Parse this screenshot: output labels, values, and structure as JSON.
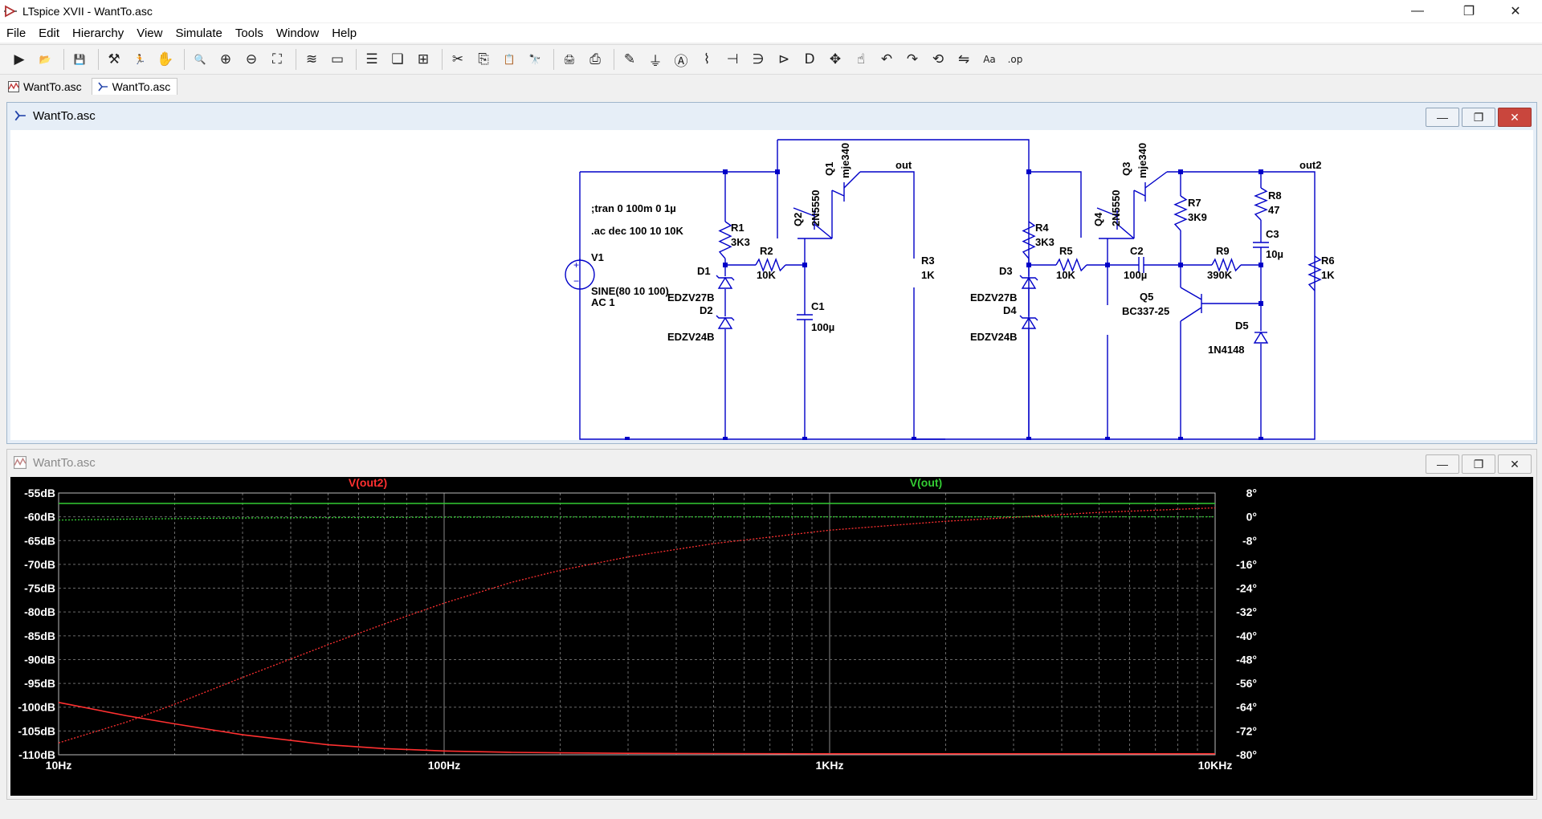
{
  "window": {
    "title": "LTspice XVII - WantTo.asc",
    "controls": {
      "minimize": "—",
      "maximize": "❐",
      "close": "✕"
    }
  },
  "menu": [
    "File",
    "Edit",
    "Hierarchy",
    "View",
    "Simulate",
    "Tools",
    "Window",
    "Help"
  ],
  "toolbar": [
    [
      "run-icon",
      "▶"
    ],
    [
      "open-icon",
      "📂"
    ],
    "|",
    [
      "save-icon",
      "💾"
    ],
    "|",
    [
      "control-panel-icon",
      "⚒"
    ],
    [
      "run-man-icon",
      "🏃"
    ],
    [
      "pan-hand-icon",
      "✋"
    ],
    "|",
    [
      "zoom-in-icon",
      "🔍"
    ],
    [
      "zoom-pan-icon",
      "⊕"
    ],
    [
      "zoom-out-icon",
      "⊖"
    ],
    [
      "zoom-fit-icon",
      "⛶"
    ],
    "|",
    [
      "autorange-icon",
      "≋"
    ],
    [
      "delete-trace-icon",
      "▭"
    ],
    "|",
    [
      "tile-horizontal-icon",
      "☰"
    ],
    [
      "cascade-icon",
      "❏"
    ],
    [
      "tile-vertical-icon",
      "⊞"
    ],
    "|",
    [
      "cut-icon",
      "✂"
    ],
    [
      "copy-icon",
      "⎘"
    ],
    [
      "paste-icon",
      "📋"
    ],
    [
      "find-icon",
      "🔭"
    ],
    "|",
    [
      "print-setup-icon",
      "🖨"
    ],
    [
      "print-icon",
      "⎙"
    ],
    "|",
    [
      "draw-wire-icon",
      "✎"
    ],
    [
      "ground-icon",
      "⏚"
    ],
    [
      "label-net-icon",
      "Ⓐ"
    ],
    [
      "resistor-icon",
      "⌇"
    ],
    [
      "capacitor-icon",
      "⊣"
    ],
    [
      "inductor-icon",
      "∋"
    ],
    [
      "diode-icon",
      "⊳"
    ],
    [
      "component-icon",
      "D"
    ],
    [
      "move-icon",
      "✥"
    ],
    [
      "drag-icon",
      "☝"
    ],
    [
      "undo-icon",
      "↶"
    ],
    [
      "redo-icon",
      "↷"
    ],
    [
      "rotate-icon",
      "⟲"
    ],
    [
      "mirror-icon",
      "⇋"
    ],
    [
      "text-icon",
      "Aa"
    ],
    [
      "spice-directive-icon",
      ".op"
    ]
  ],
  "tabs": [
    {
      "label": "WantTo.asc",
      "kind": "plot"
    },
    {
      "label": "WantTo.asc",
      "kind": "schematic"
    }
  ],
  "schematic_window": {
    "title": "WantTo.asc"
  },
  "plot_window": {
    "title": "WantTo.asc"
  },
  "schematic": {
    "directives": [
      ";tran 0 100m 0 1µ",
      ".ac dec 100 10 10K"
    ],
    "source": {
      "name": "V1",
      "value1": "SINE(80 10 100)",
      "value2": "AC 1"
    },
    "nets": [
      "out",
      "out2"
    ],
    "components": [
      {
        "ref": "R1",
        "value": "3K3"
      },
      {
        "ref": "R2",
        "value": "10K"
      },
      {
        "ref": "R3",
        "value": "1K"
      },
      {
        "ref": "C1",
        "value": "100µ"
      },
      {
        "ref": "D1",
        "value": "EDZV27B"
      },
      {
        "ref": "D2",
        "value": "EDZV24B"
      },
      {
        "ref": "Q1",
        "value": "mje340"
      },
      {
        "ref": "Q2",
        "value": "2N5550"
      },
      {
        "ref": "R4",
        "value": "3K3"
      },
      {
        "ref": "R5",
        "value": "10K"
      },
      {
        "ref": "C2",
        "value": "100µ"
      },
      {
        "ref": "D3",
        "value": "EDZV27B"
      },
      {
        "ref": "D4",
        "value": "EDZV24B"
      },
      {
        "ref": "Q3",
        "value": "mje340"
      },
      {
        "ref": "Q4",
        "value": "2N5550"
      },
      {
        "ref": "R7",
        "value": "3K9"
      },
      {
        "ref": "R8",
        "value": "47"
      },
      {
        "ref": "C3",
        "value": "10µ"
      },
      {
        "ref": "R9",
        "value": "390K"
      },
      {
        "ref": "Q5",
        "value": "BC337-25"
      },
      {
        "ref": "D5",
        "value": "1N4148"
      },
      {
        "ref": "R6",
        "value": "1K"
      }
    ]
  },
  "chart_data": {
    "type": "line",
    "x_scale": "log",
    "xlim": [
      10,
      10000
    ],
    "x_ticks": [
      "10Hz",
      "100Hz",
      "1KHz",
      "10KHz"
    ],
    "ylim_left": [
      -110,
      -55
    ],
    "y_ticks_left": [
      "-55dB",
      "-60dB",
      "-65dB",
      "-70dB",
      "-75dB",
      "-80dB",
      "-85dB",
      "-90dB",
      "-95dB",
      "-100dB",
      "-105dB",
      "-110dB"
    ],
    "ylim_right": [
      -80,
      8
    ],
    "y_ticks_right": [
      "8°",
      "0°",
      "-8°",
      "-16°",
      "-24°",
      "-32°",
      "-40°",
      "-48°",
      "-56°",
      "-64°",
      "-72°",
      "-80°"
    ],
    "grid": true,
    "series": [
      {
        "name": "V(out2)",
        "color": "#ff3030",
        "magnitude_db": {
          "x": [
            10,
            15,
            20,
            30,
            50,
            70,
            100,
            150,
            200,
            300,
            500,
            1000,
            2000,
            5000,
            10000
          ],
          "y": [
            -99,
            -101.8,
            -103.5,
            -105.8,
            -107.9,
            -108.7,
            -109.2,
            -109.5,
            -109.6,
            -109.7,
            -109.75,
            -109.8,
            -109.8,
            -109.8,
            -109.8
          ]
        },
        "phase_deg": {
          "x": [
            10,
            15,
            20,
            30,
            50,
            70,
            100,
            150,
            200,
            300,
            500,
            1000,
            2000,
            5000,
            10000
          ],
          "y": [
            -76,
            -69,
            -63,
            -54,
            -43,
            -36,
            -29,
            -22,
            -18,
            -13.5,
            -9,
            -4.5,
            -1.5,
            1.5,
            3
          ]
        }
      },
      {
        "name": "V(out)",
        "color": "#33cc33",
        "magnitude_db": {
          "x": [
            10,
            100,
            1000,
            10000
          ],
          "y": [
            -57.2,
            -57.2,
            -57.2,
            -57.2
          ]
        },
        "phase_deg": {
          "x": [
            10,
            15,
            20,
            30,
            50,
            100,
            200,
            500,
            1000,
            10000
          ],
          "y": [
            -1.1,
            -0.8,
            -0.6,
            -0.4,
            -0.25,
            -0.12,
            -0.06,
            -0.03,
            -0.01,
            0
          ]
        }
      }
    ]
  }
}
